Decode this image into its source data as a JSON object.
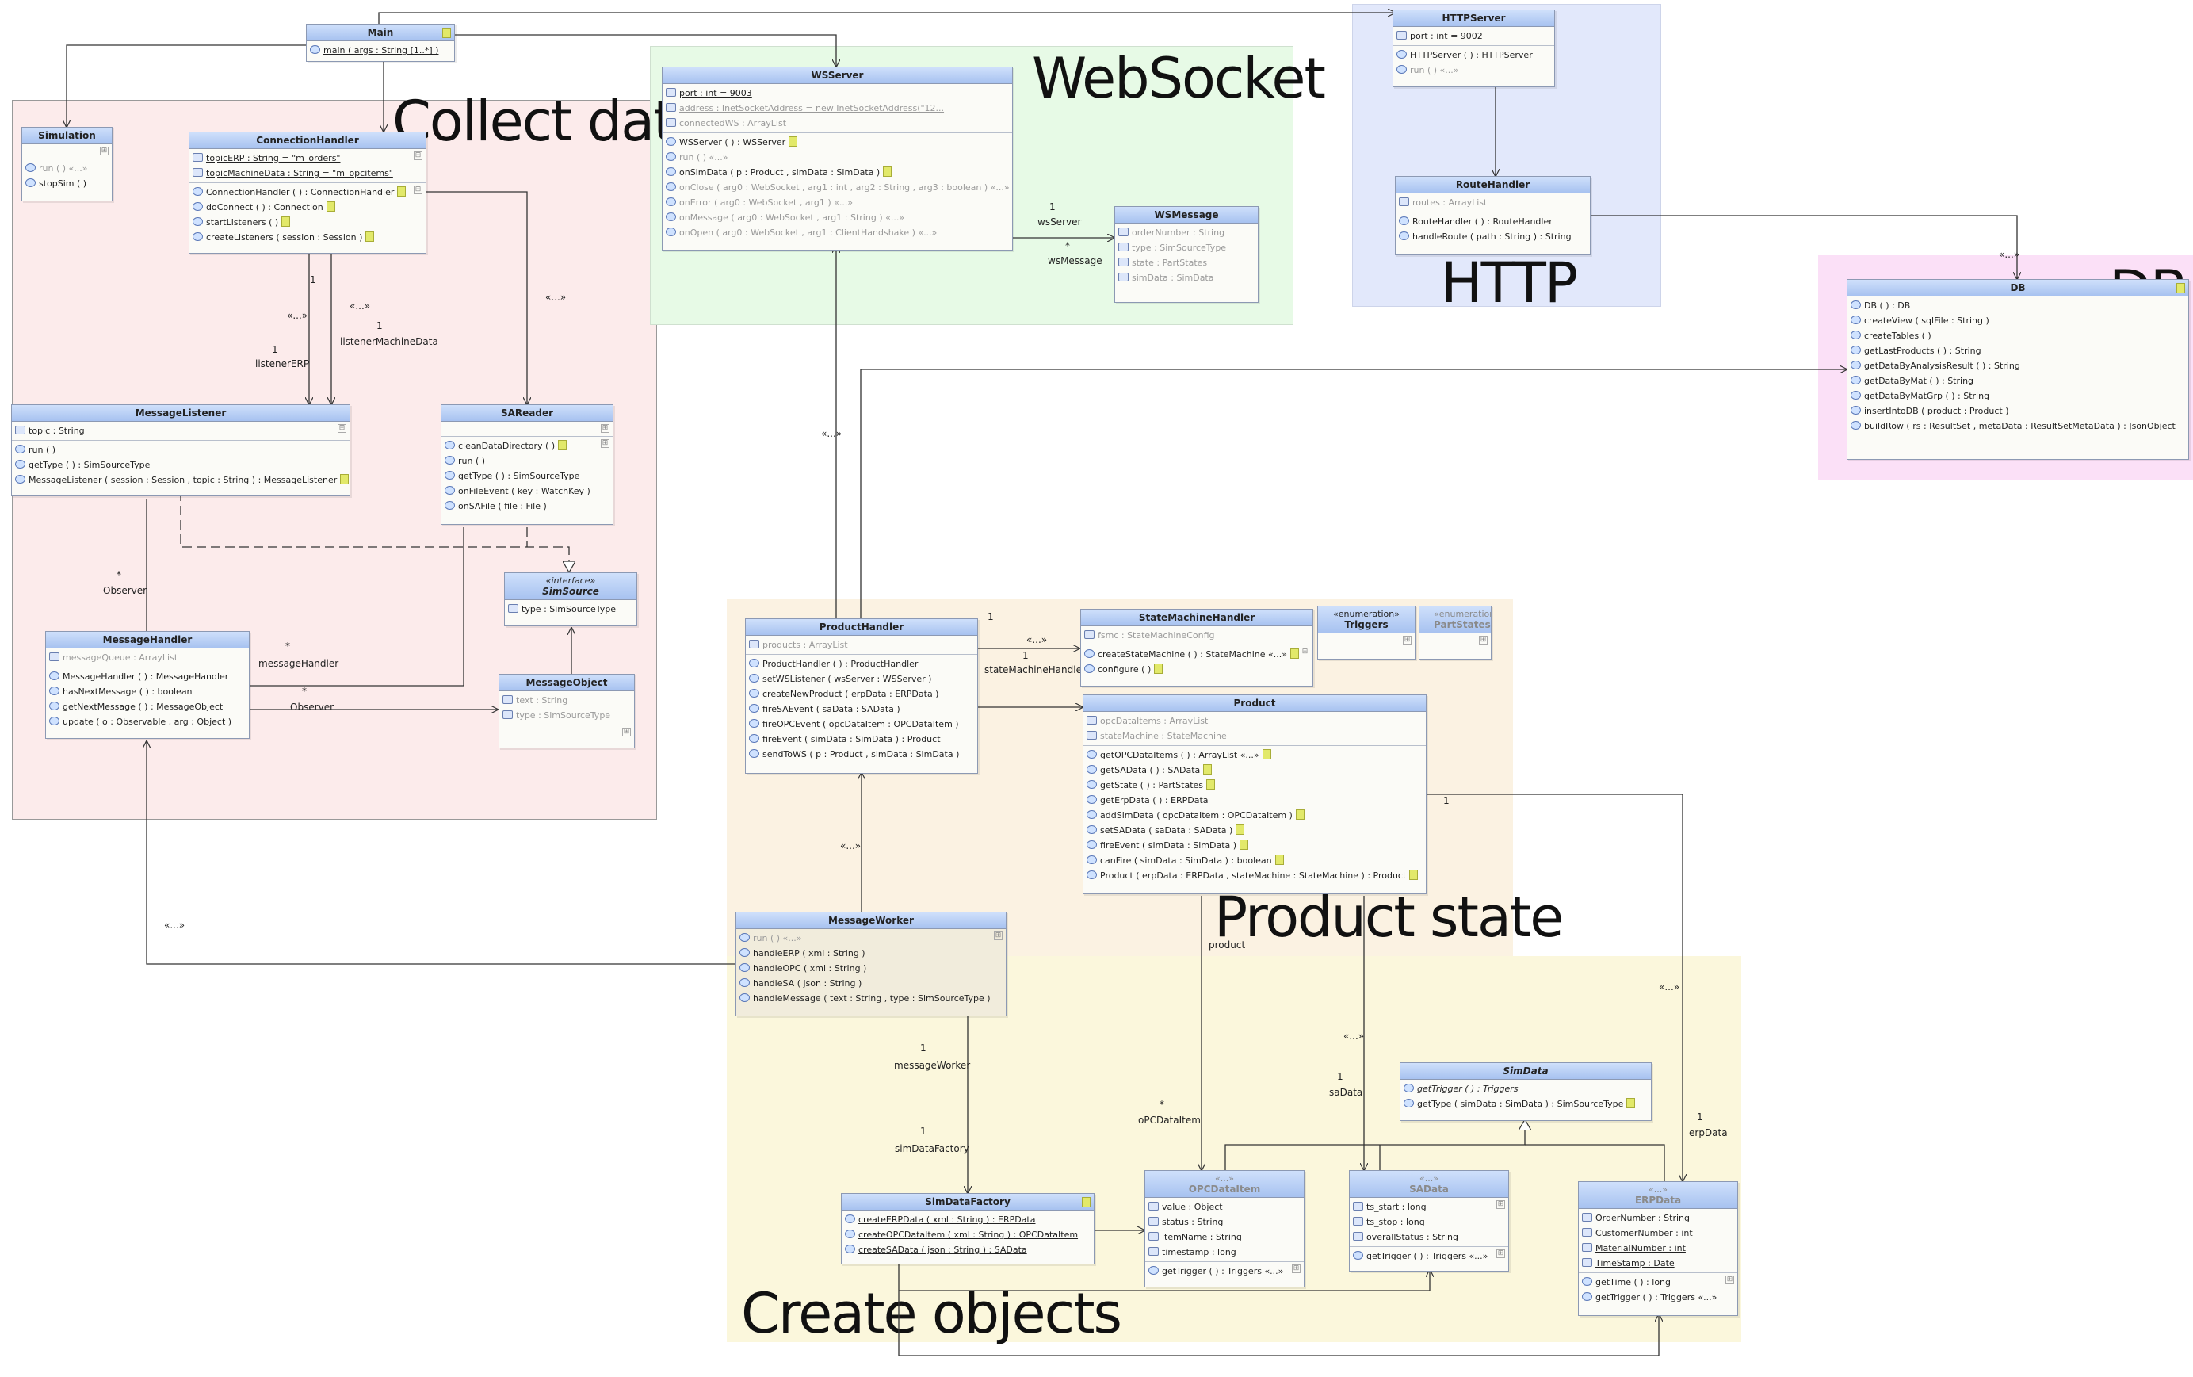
{
  "regions": {
    "collect": "Collect data",
    "websocket": "WebSocket",
    "http": "HTTP",
    "db": "DB",
    "product_state": "Product state",
    "create_objects": "Create objects"
  },
  "classes": {
    "main": {
      "name": "Main",
      "ops": [
        "main ( args : String [1..*] )"
      ]
    },
    "simulation": {
      "name": "Simulation",
      "ops": [
        "run ( )  «...»",
        "stopSim ( )"
      ]
    },
    "connection_handler": {
      "name": "ConnectionHandler",
      "attrs": [
        "topicERP : String = \"m_orders\"",
        "topicMachineData : String = \"m_opcitems\""
      ],
      "ops": [
        "ConnectionHandler ( ) : ConnectionHandler",
        "doConnect ( ) : Connection",
        "startListeners ( )",
        "createListeners ( session : Session )"
      ]
    },
    "message_listener": {
      "name": "MessageListener",
      "attrs": [
        "topic : String"
      ],
      "ops": [
        "run ( )",
        "getType ( ) : SimSourceType",
        "MessageListener ( session : Session , topic : String ) : MessageListener"
      ]
    },
    "sa_reader": {
      "name": "SAReader",
      "ops": [
        "cleanDataDirectory ( )",
        "run ( )",
        "getType ( ) : SimSourceType",
        "onFileEvent ( key : WatchKey )",
        "onSAFile ( file : File )"
      ]
    },
    "sim_source": {
      "stereotype": "«interface»",
      "name": "SimSource",
      "attrs": [
        "type : SimSourceType"
      ]
    },
    "message_handler": {
      "name": "MessageHandler",
      "attrs": [
        "messageQueue : ArrayList"
      ],
      "ops": [
        "MessageHandler ( ) : MessageHandler",
        "hasNextMessage ( ) : boolean",
        "getNextMessage ( ) : MessageObject",
        "update ( o : Observable , arg : Object )"
      ]
    },
    "message_object": {
      "name": "MessageObject",
      "attrs": [
        "text : String",
        "type : SimSourceType"
      ]
    },
    "ws_server": {
      "name": "WSServer",
      "attrs": [
        "port : int = 9003",
        "address : InetSocketAddress = new InetSocketAddress(\"12...",
        "connectedWS : ArrayList"
      ],
      "ops": [
        "WSServer ( ) : WSServer",
        "run ( )  «...»",
        "onSimData ( p : Product , simData : SimData )",
        "onClose ( arg0 : WebSocket , arg1 : int , arg2 : String , arg3 : boolean )  «...»",
        "onError ( arg0 : WebSocket , arg1 )  «...»",
        "onMessage ( arg0 : WebSocket , arg1 : String )  «...»",
        "onOpen ( arg0 : WebSocket , arg1 : ClientHandshake )  «...»"
      ]
    },
    "ws_message": {
      "name": "WSMessage",
      "attrs": [
        "orderNumber : String",
        "type : SimSourceType",
        "state : PartStates",
        "simData : SimData"
      ]
    },
    "http_server": {
      "name": "HTTPServer",
      "attrs": [
        "port : int = 9002"
      ],
      "ops": [
        "HTTPServer ( ) : HTTPServer",
        "run ( )  «...»"
      ]
    },
    "route_handler": {
      "name": "RouteHandler",
      "attrs": [
        "routes : ArrayList"
      ],
      "ops": [
        "RouteHandler ( ) : RouteHandler",
        "handleRoute ( path : String ) : String"
      ]
    },
    "db": {
      "name": "DB",
      "ops": [
        "DB ( ) : DB",
        "createView ( sqlFile : String )",
        "createTables ( )",
        "getLastProducts ( ) : String",
        "getDataByAnalysisResult ( ) : String",
        "getDataByMat ( ) : String",
        "getDataByMatGrp ( ) : String",
        "insertIntoDB ( product : Product )",
        "buildRow ( rs : ResultSet , metaData : ResultSetMetaData ) : JsonObject"
      ]
    },
    "product_handler": {
      "name": "ProductHandler",
      "attrs": [
        "products : ArrayList"
      ],
      "ops": [
        "ProductHandler ( ) : ProductHandler",
        "setWSListener ( wsServer : WSServer )",
        "createNewProduct ( erpData : ERPData )",
        "fireSAEvent ( saData : SAData )",
        "fireOPCEvent ( opcDataItem : OPCDataItem )",
        "fireEvent ( simData : SimData ) : Product",
        "sendToWS ( p : Product , simData : SimData )"
      ]
    },
    "state_machine_handler": {
      "name": "StateMachineHandler",
      "attrs": [
        "fsmc : StateMachineConfig"
      ],
      "ops": [
        "createStateMachine ( ) : StateMachine «...»",
        "configure ( )"
      ]
    },
    "triggers": {
      "stereotype": "«enumeration»",
      "name": "Triggers"
    },
    "part_states": {
      "stereotype": "«enumeration»",
      "name": "PartStates"
    },
    "product": {
      "name": "Product",
      "attrs": [
        "opcDataItems : ArrayList",
        "stateMachine : StateMachine"
      ],
      "ops": [
        "getOPCDataItems ( ) : ArrayList «...»",
        "getSAData ( ) : SAData",
        "getState ( ) : PartStates",
        "getErpData ( ) : ERPData",
        "addSimData ( opcDataItem : OPCDataItem )",
        "setSAData ( saData : SAData )",
        "fireEvent ( simData : SimData )",
        "canFire ( simData : SimData ) : boolean",
        "Product ( erpData : ERPData , stateMachine : StateMachine ) : Product"
      ]
    },
    "message_worker": {
      "name": "MessageWorker",
      "ops": [
        "run ( )  «...»",
        "handleERP ( xml : String )",
        "handleOPC ( xml : String )",
        "handleSA ( json : String )",
        "handleMessage ( text : String , type : SimSourceType )"
      ]
    },
    "sim_data": {
      "name": "SimData",
      "ops": [
        "getTrigger ( ) : Triggers",
        "getType ( simData : SimData ) : SimSourceType"
      ]
    },
    "sim_data_factory": {
      "name": "SimDataFactory",
      "ops": [
        "createERPData ( xml : String ) : ERPData",
        "createOPCDataItem ( xml : String ) : OPCDataItem",
        "createSAData ( json : String ) : SAData"
      ]
    },
    "opc_data_item": {
      "stereotype": "«...»",
      "name": "OPCDataItem",
      "attrs": [
        "value : Object",
        "status : String",
        "itemName : String",
        "timestamp : long"
      ],
      "ops": [
        "getTrigger ( ) : Triggers «...»"
      ]
    },
    "sa_data": {
      "stereotype": "«...»",
      "name": "SAData",
      "attrs": [
        "ts_start : long",
        "ts_stop : long",
        "overallStatus : String"
      ],
      "ops": [
        "getTrigger ( ) : Triggers «...»"
      ]
    },
    "erp_data": {
      "stereotype": "«...»",
      "name": "ERPData",
      "attrs": [
        "OrderNumber : String",
        "CustomerNumber : int",
        "MaterialNumber : int",
        "TimeStamp : Date"
      ],
      "ops": [
        "getTime ( ) : long",
        "getTrigger ( ) : Triggers «...»"
      ]
    }
  },
  "labels": {
    "listenerERP_mult": "1",
    "listenerERP": "listenerERP",
    "listenerMachineData_mult": "1",
    "listenerMachineData": "listenerMachineData",
    "conn_mult": "1",
    "use1": "«...»",
    "use2": "«...»",
    "use3": "«...»",
    "observer1": "Observer",
    "observer1_mult": "*",
    "observer2": "Observer",
    "observer2_mult": "*",
    "messageHandler_mult": "*",
    "messageHandler": "messageHandler",
    "wsServer_mult": "1",
    "wsServer": "wsServer",
    "wsMessage_mult": "*",
    "wsMessage": "wsMessage",
    "ws_use": "«...»",
    "sm_mult_top": "1",
    "sm_use": "«...»",
    "sm_mult": "1",
    "stateMachineHandler": "stateMachineHandler",
    "product_mult": "1",
    "product": "product",
    "db_use": "«...»",
    "mh_use": "«...»",
    "messageWorker_mult": "1",
    "messageWorker": "messageWorker",
    "simDataFactory_mult": "1",
    "simDataFactory": "simDataFactory",
    "opc_mult": "*",
    "opcDataItem": "oPCDataItem",
    "sa_use": "«...»",
    "sa_mult": "1",
    "saData": "saData",
    "erp_use": "«...»",
    "erp_mult": "1",
    "erpData": "erpData",
    "pw_use": "«...»"
  }
}
